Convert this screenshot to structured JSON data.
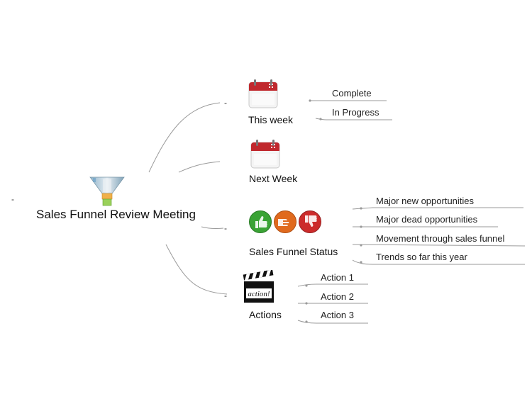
{
  "central": {
    "title": "Sales Funnel Review Meeting",
    "icon": "funnel-icon",
    "collapse_symbol": "-"
  },
  "branches": [
    {
      "label": "This week",
      "icon": "calendar-icon",
      "collapse_symbol": "-",
      "children": [
        "Complete",
        "In Progress"
      ]
    },
    {
      "label": "Next Week",
      "icon": "calendar-icon",
      "children": []
    },
    {
      "label": "Sales Funnel Status",
      "icon": "thumbs-status-icons",
      "collapse_symbol": "-",
      "children": [
        "Major new opportunities",
        "Major dead opportunities",
        "Movement through sales funnel",
        "Trends so far this year"
      ]
    },
    {
      "label": "Actions",
      "icon": "clapperboard-icon",
      "icon_text": "action!",
      "collapse_symbol": "-",
      "children": [
        "Action 1",
        "Action 2",
        "Action 3"
      ]
    }
  ],
  "colors": {
    "connector": "#9a9a9a",
    "calendar_red": "#c0282d",
    "thumb_green": "#3aa335",
    "thumb_orange": "#e06a1e",
    "thumb_red": "#cc2b2b"
  }
}
